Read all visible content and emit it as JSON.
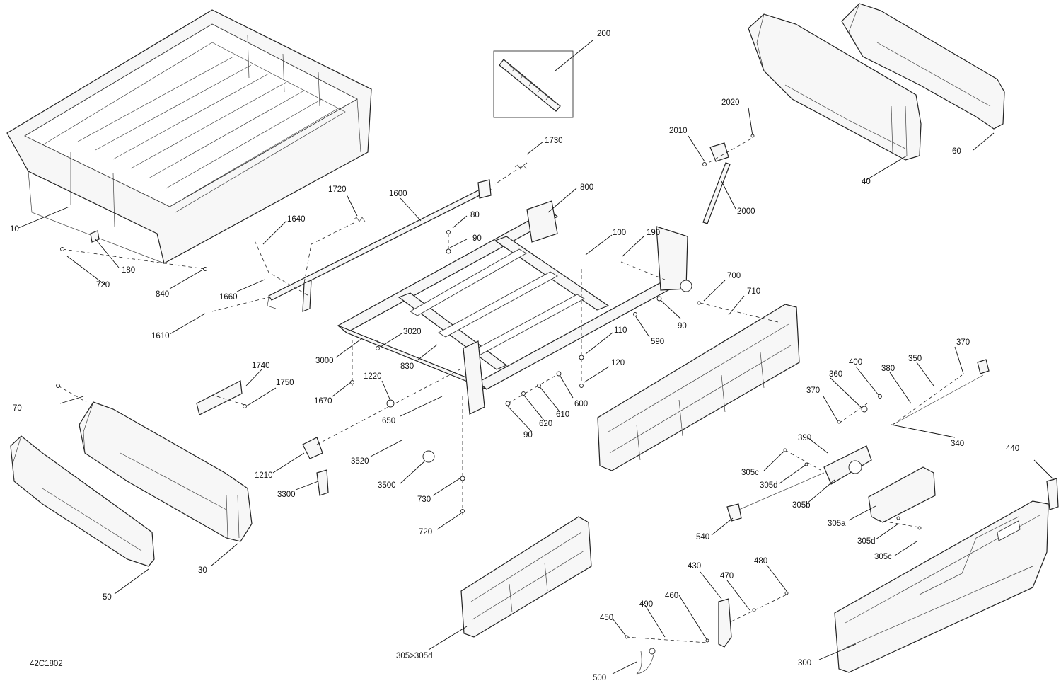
{
  "drawing_code": "42C1802",
  "callouts": [
    {
      "id": "c-200",
      "text": "200"
    },
    {
      "id": "c-2020",
      "text": "2020"
    },
    {
      "id": "c-2010",
      "text": "2010"
    },
    {
      "id": "c-1730",
      "text": "1730"
    },
    {
      "id": "c-800",
      "text": "800"
    },
    {
      "id": "c-1720",
      "text": "1720"
    },
    {
      "id": "c-1600",
      "text": "1600"
    },
    {
      "id": "c-80",
      "text": "80"
    },
    {
      "id": "c-2000",
      "text": "2000"
    },
    {
      "id": "c-10",
      "text": "10"
    },
    {
      "id": "c-1640",
      "text": "1640"
    },
    {
      "id": "c-100",
      "text": "100"
    },
    {
      "id": "c-190",
      "text": "190"
    },
    {
      "id": "c-90a",
      "text": "90"
    },
    {
      "id": "c-180",
      "text": "180"
    },
    {
      "id": "c-720a",
      "text": "720"
    },
    {
      "id": "c-840",
      "text": "840"
    },
    {
      "id": "c-1660",
      "text": "1660"
    },
    {
      "id": "c-700",
      "text": "700"
    },
    {
      "id": "c-710",
      "text": "710"
    },
    {
      "id": "c-40",
      "text": "40"
    },
    {
      "id": "c-60",
      "text": "60"
    },
    {
      "id": "c-90b",
      "text": "90"
    },
    {
      "id": "c-1610",
      "text": "1610"
    },
    {
      "id": "c-3020",
      "text": "3020"
    },
    {
      "id": "c-110",
      "text": "110"
    },
    {
      "id": "c-590",
      "text": "590"
    },
    {
      "id": "c-3000",
      "text": "3000"
    },
    {
      "id": "c-830",
      "text": "830"
    },
    {
      "id": "c-120",
      "text": "120"
    },
    {
      "id": "c-370a",
      "text": "370"
    },
    {
      "id": "c-1740",
      "text": "1740"
    },
    {
      "id": "c-1220",
      "text": "1220"
    },
    {
      "id": "c-400",
      "text": "400"
    },
    {
      "id": "c-380",
      "text": "380"
    },
    {
      "id": "c-350",
      "text": "350"
    },
    {
      "id": "c-1750",
      "text": "1750"
    },
    {
      "id": "c-360",
      "text": "360"
    },
    {
      "id": "c-1670",
      "text": "1670"
    },
    {
      "id": "c-600",
      "text": "600"
    },
    {
      "id": "c-370b",
      "text": "370"
    },
    {
      "id": "c-70",
      "text": "70"
    },
    {
      "id": "c-610",
      "text": "610"
    },
    {
      "id": "c-650",
      "text": "650"
    },
    {
      "id": "c-620",
      "text": "620"
    },
    {
      "id": "c-90c",
      "text": "90"
    },
    {
      "id": "c-390",
      "text": "390"
    },
    {
      "id": "c-340",
      "text": "340"
    },
    {
      "id": "c-3520",
      "text": "3520"
    },
    {
      "id": "c-440",
      "text": "440"
    },
    {
      "id": "c-1210",
      "text": "1210"
    },
    {
      "id": "c-305c-a",
      "text": "305c"
    },
    {
      "id": "c-3500",
      "text": "3500"
    },
    {
      "id": "c-305d-a",
      "text": "305d"
    },
    {
      "id": "c-3300",
      "text": "3300"
    },
    {
      "id": "c-730",
      "text": "730"
    },
    {
      "id": "c-305b",
      "text": "305b"
    },
    {
      "id": "c-720b",
      "text": "720"
    },
    {
      "id": "c-305a",
      "text": "305a"
    },
    {
      "id": "c-540",
      "text": "540"
    },
    {
      "id": "c-305d-b",
      "text": "305d"
    },
    {
      "id": "c-305c-b",
      "text": "305c"
    },
    {
      "id": "c-30",
      "text": "30"
    },
    {
      "id": "c-430",
      "text": "430"
    },
    {
      "id": "c-480",
      "text": "480"
    },
    {
      "id": "c-470",
      "text": "470"
    },
    {
      "id": "c-50",
      "text": "50"
    },
    {
      "id": "c-460",
      "text": "460"
    },
    {
      "id": "c-490",
      "text": "490"
    },
    {
      "id": "c-450",
      "text": "450"
    },
    {
      "id": "c-305-305d",
      "text": "305>305d"
    },
    {
      "id": "c-300",
      "text": "300"
    },
    {
      "id": "c-500",
      "text": "500"
    }
  ]
}
